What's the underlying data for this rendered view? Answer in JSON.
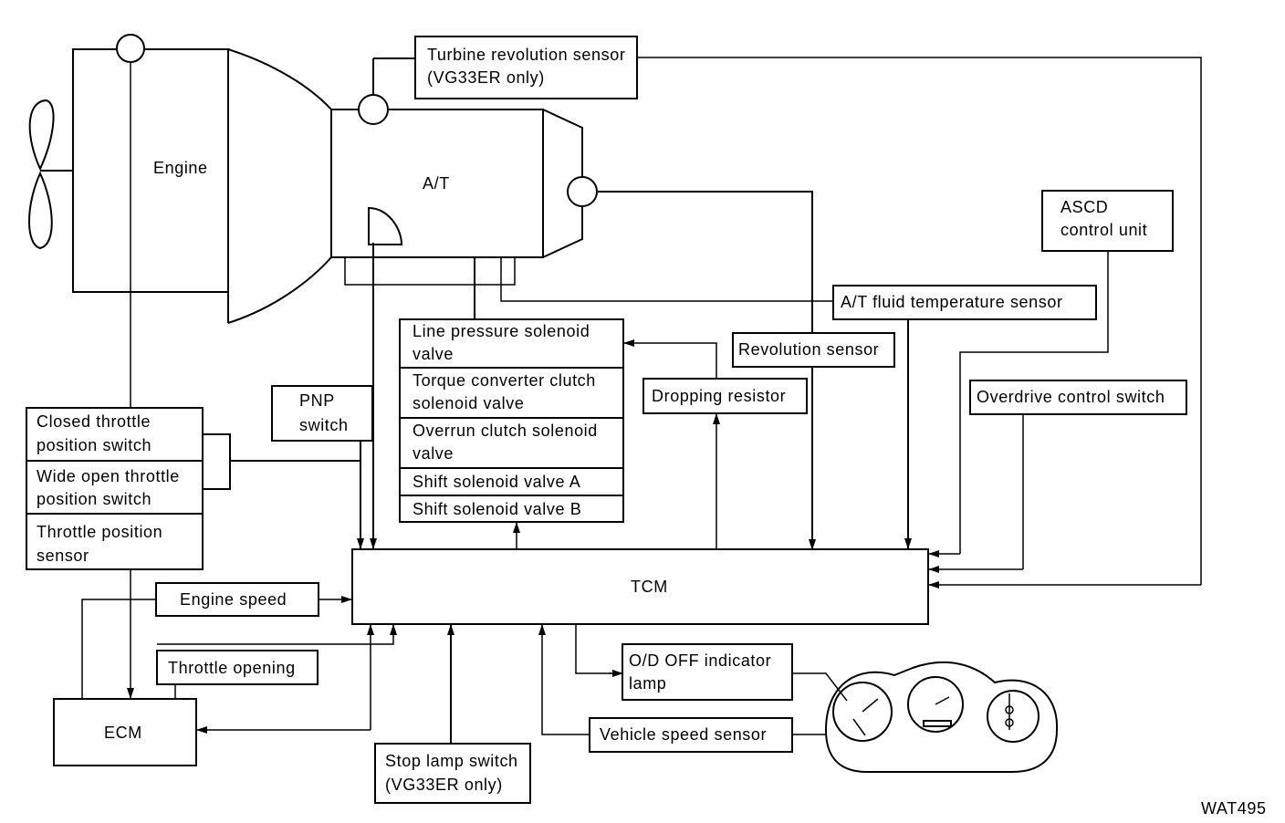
{
  "components": {
    "engine": "Engine",
    "at": "A/T",
    "turbine_sensor": [
      "Turbine revolution sensor",
      "(VG33ER only)"
    ],
    "ascd": [
      "ASCD",
      "control unit"
    ],
    "fluid_temp_sensor": "A/T fluid temperature sensor",
    "revolution_sensor": "Revolution sensor",
    "line_pressure": [
      "Line pressure solenoid",
      "valve"
    ],
    "torque_converter": [
      "Torque converter clutch",
      "solenoid valve"
    ],
    "overrun_clutch": [
      "Overrun clutch solenoid",
      "valve"
    ],
    "shift_a": "Shift solenoid valve A",
    "shift_b": "Shift solenoid valve B",
    "dropping_resistor": "Dropping resistor",
    "overdrive_switch": "Overdrive control switch",
    "pnp_switch": [
      "PNP",
      "switch"
    ],
    "closed_throttle": [
      "Closed throttle",
      "position switch"
    ],
    "wide_open_throttle": [
      "Wide open throttle",
      "position switch"
    ],
    "throttle_position_sensor": [
      "Throttle position",
      "sensor"
    ],
    "tcm": "TCM",
    "engine_speed": "Engine speed",
    "throttle_opening": "Throttle opening",
    "ecm": "ECM",
    "od_off_lamp": [
      "O/D OFF indicator",
      "lamp"
    ],
    "vehicle_speed_sensor": "Vehicle speed sensor",
    "stop_lamp_switch": [
      "Stop lamp switch",
      "(VG33ER only)"
    ]
  },
  "figure_id": "WAT495"
}
